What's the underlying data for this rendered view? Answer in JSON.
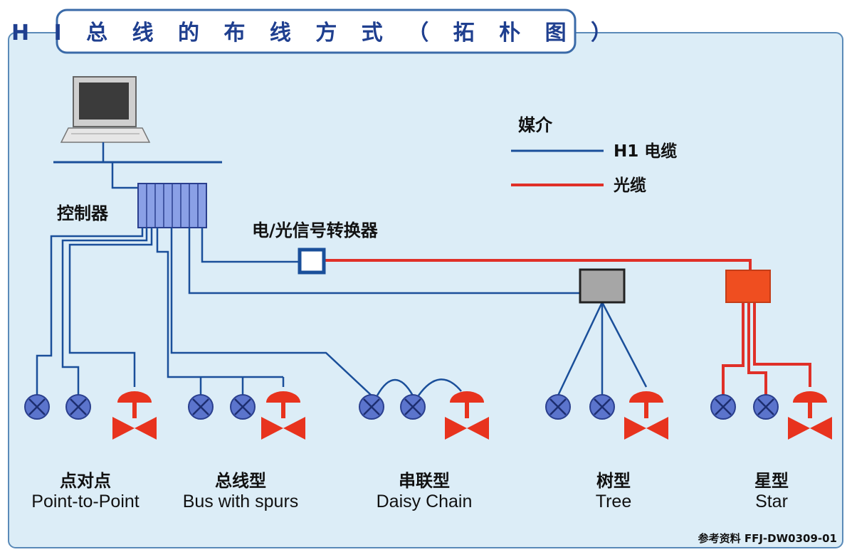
{
  "title": "H I 总 线 的 布 线 方 式 （ 拓 朴 图 ）",
  "legend": {
    "heading": "媒介",
    "items": [
      {
        "label": "H1 电缆",
        "color": "#1a4f9a"
      },
      {
        "label": "光缆",
        "color": "#e03028"
      }
    ]
  },
  "labels": {
    "controller": "控制器",
    "converter": "电/光信号转换器"
  },
  "topologies": [
    {
      "cn": "点对点",
      "en": "Point-to-Point"
    },
    {
      "cn": "总线型",
      "en": "Bus with spurs"
    },
    {
      "cn": "串联型",
      "en": "Daisy Chain"
    },
    {
      "cn": "树型",
      "en": "Tree"
    },
    {
      "cn": "星型",
      "en": "Star"
    }
  ],
  "reference": "参考资料 FFJ-DW0309-01",
  "colors": {
    "h1_cable": "#1a4f9a",
    "fiber": "#e03028",
    "panel_bg": "#dcedf7",
    "device": "#5a73c8",
    "valve": "#e8331e"
  }
}
